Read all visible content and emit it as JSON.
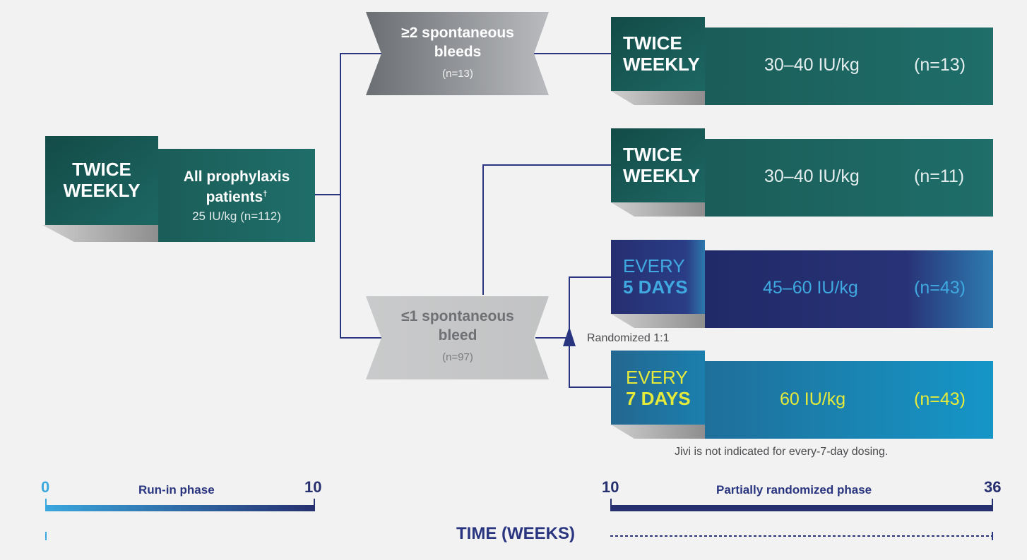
{
  "start_box": {
    "regimen_line1": "TWICE",
    "regimen_line2": "WEEKLY",
    "group_line1": "All prophylaxis",
    "group_line2": "patients",
    "group_sup": "†",
    "dose": "25 IU/kg (n=112)"
  },
  "decision_high": {
    "line1": "≥2 spontaneous",
    "line2": "bleeds",
    "n": "(n=13)"
  },
  "decision_low": {
    "line1": "≤1 spontaneous",
    "line2": "bleed",
    "n": "(n=97)"
  },
  "arms": [
    {
      "label_line1": "TWICE",
      "label_line2": "WEEKLY",
      "dose": "30–40 IU/kg",
      "n": "(n=13)"
    },
    {
      "label_line1": "TWICE",
      "label_line2": "WEEKLY",
      "dose": "30–40 IU/kg",
      "n": "(n=11)"
    },
    {
      "label_line1": "EVERY",
      "label_line2": "5 DAYS",
      "dose": "45–60 IU/kg",
      "n": "(n=43)"
    },
    {
      "label_line1": "EVERY",
      "label_line2": "7 DAYS",
      "dose": "60 IU/kg",
      "n": "(n=43)"
    }
  ],
  "randomized_label": "Randomized 1:1",
  "footnote": "Jivi is not indicated for every-7-day dosing.",
  "timeline": {
    "runin": {
      "start": "0",
      "end": "10",
      "label": "Run-in phase"
    },
    "randomized": {
      "start": "10",
      "end": "36",
      "label": "Partially randomized phase"
    },
    "axis_title": "TIME (WEEKS)"
  },
  "colors": {
    "teal_dark": "#1c5c57",
    "teal": "#1e6e6a",
    "navy": "#26306f",
    "blue": "#1b8fc0",
    "line": "#2a3580",
    "cyan_text": "#3fa9e0",
    "yellow_text": "#e6ea3a"
  }
}
